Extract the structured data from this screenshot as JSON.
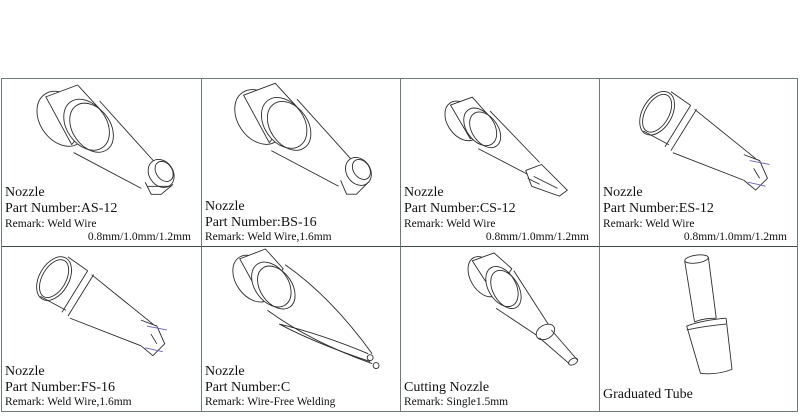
{
  "colors": {
    "border": "#6f7a78",
    "line": "#2b2b2b",
    "accent": "#6a5fb0",
    "text": "#111111"
  },
  "items": [
    {
      "icon": "nozzle-as-icon",
      "title": "Nozzle",
      "part_number": "Part Number:AS-12",
      "remark": "Remark: Weld Wire",
      "sizes": "0.8mm/1.0mm/1.2mm"
    },
    {
      "icon": "nozzle-bs-icon",
      "title": "Nozzle",
      "part_number": "Part Number:BS-16",
      "remark": "Remark: Weld Wire,1.6mm",
      "sizes": ""
    },
    {
      "icon": "nozzle-cs-icon",
      "title": "Nozzle",
      "part_number": "Part Number:CS-12",
      "remark": "Remark: Weld Wire",
      "sizes": "0.8mm/1.0mm/1.2mm"
    },
    {
      "icon": "nozzle-es-icon",
      "title": "Nozzle",
      "part_number": "Part Number:ES-12",
      "remark": "Remark: Weld Wire",
      "sizes": "0.8mm/1.0mm/1.2mm"
    },
    {
      "icon": "nozzle-fs-icon",
      "title": "Nozzle",
      "part_number": "Part Number:FS-16",
      "remark": "Remark: Weld Wire,1.6mm",
      "sizes": ""
    },
    {
      "icon": "nozzle-c-icon",
      "title": "Nozzle",
      "part_number": "Part Number:C",
      "remark": "Remark: Wire-Free Welding",
      "sizes": ""
    },
    {
      "icon": "cutting-nozzle-icon",
      "title": "Cutting Nozzle",
      "part_number": "",
      "remark": "Remark: Single1.5mm",
      "sizes": ""
    },
    {
      "icon": "graduated-tube-icon",
      "title": "Graduated Tube",
      "part_number": "",
      "remark": "",
      "sizes": ""
    }
  ]
}
